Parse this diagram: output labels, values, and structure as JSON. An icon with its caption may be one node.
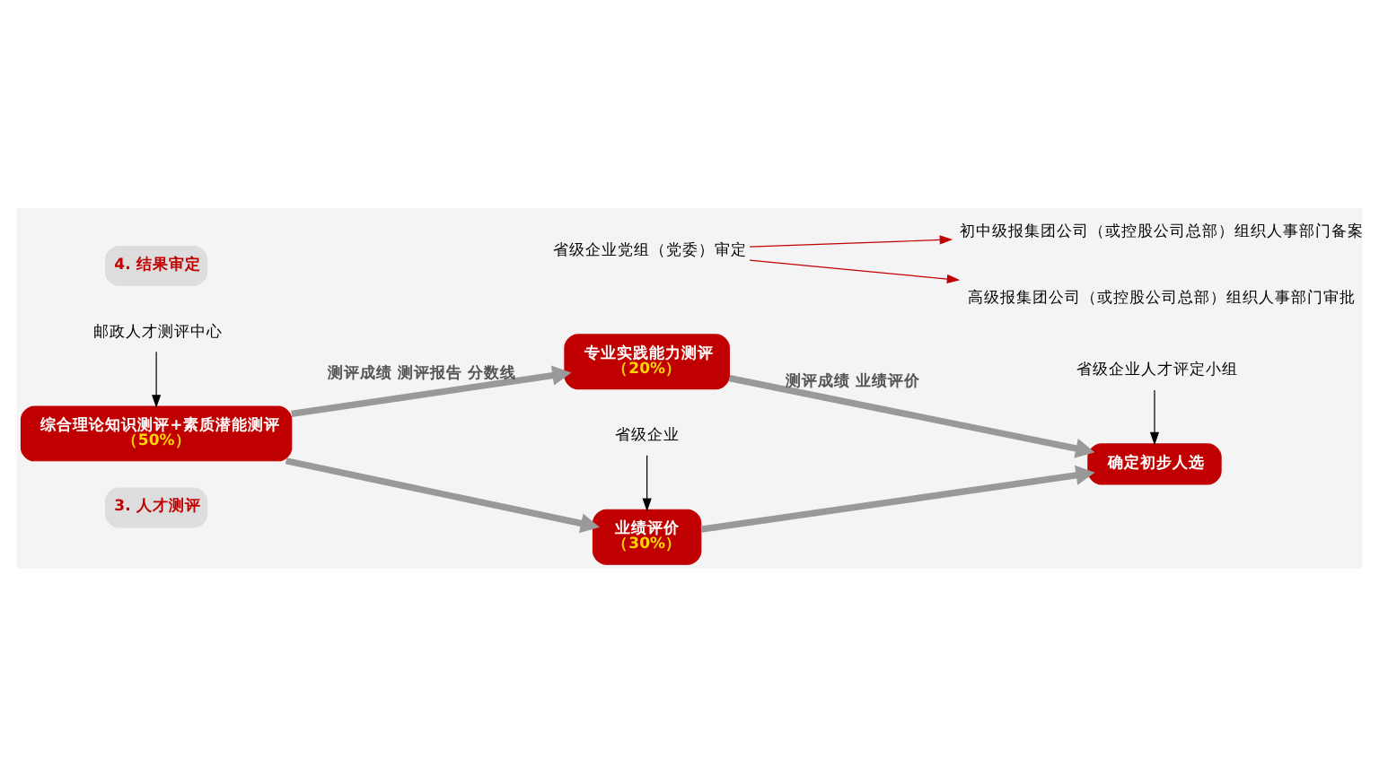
{
  "diagram": {
    "nodes": [
      {
        "text": [
          "3. 人才测评"
        ]
      },
      {
        "text": [
          "综合理论知识测评+素质潜能测评",
          "（50%）"
        ]
      },
      {
        "text": [
          "专业实践能力测评",
          "（20%）"
        ]
      },
      {
        "text": [
          "业绩评价",
          "（30%）"
        ]
      },
      {
        "text": [
          "确定初步人选"
        ]
      },
      {
        "text": [
          "邮政人才测评中心"
        ]
      },
      {
        "text": [
          "省级企业"
        ]
      },
      {
        "text": [
          "省级企业人才评定小组"
        ]
      },
      {
        "text": [
          "4. 结果审定"
        ]
      },
      {
        "text": [
          "省级企业党组（党委）审定"
        ]
      },
      {
        "text": [
          "初中级报集团公司（或控股公司总部）组织人事部门备案"
        ]
      },
      {
        "text": [
          "高级报集团公司（或控股公司总部）组织人事部门审批"
        ]
      }
    ],
    "edges": [
      {
        "from": 1,
        "to": 2,
        "arrow": "to",
        "label": "测评成绩 测评报告 分数线",
        "style": "thick",
        "color": "#999999"
      },
      {
        "from": 1,
        "to": 3,
        "arrow": "to",
        "style": "thick",
        "color": "#999999"
      },
      {
        "from": 2,
        "to": 4,
        "arrow": "to",
        "label": "测评成绩 业绩评价",
        "style": "thick",
        "color": "#999999"
      },
      {
        "from": 3,
        "to": 4,
        "arrow": "to",
        "style": "thick",
        "color": "#999999"
      },
      {
        "from": 5,
        "to": 1,
        "arrow": "to",
        "color": "#000000"
      },
      {
        "from": 6,
        "to": 3,
        "arrow": "to",
        "color": "#000000"
      },
      {
        "from": 7,
        "to": 4,
        "arrow": "to",
        "color": "#000000"
      },
      {
        "from": 9,
        "to": 10,
        "arrow": "to",
        "color": "#c00000"
      },
      {
        "from": 9,
        "to": 11,
        "arrow": "to",
        "color": "#c00000"
      }
    ]
  }
}
